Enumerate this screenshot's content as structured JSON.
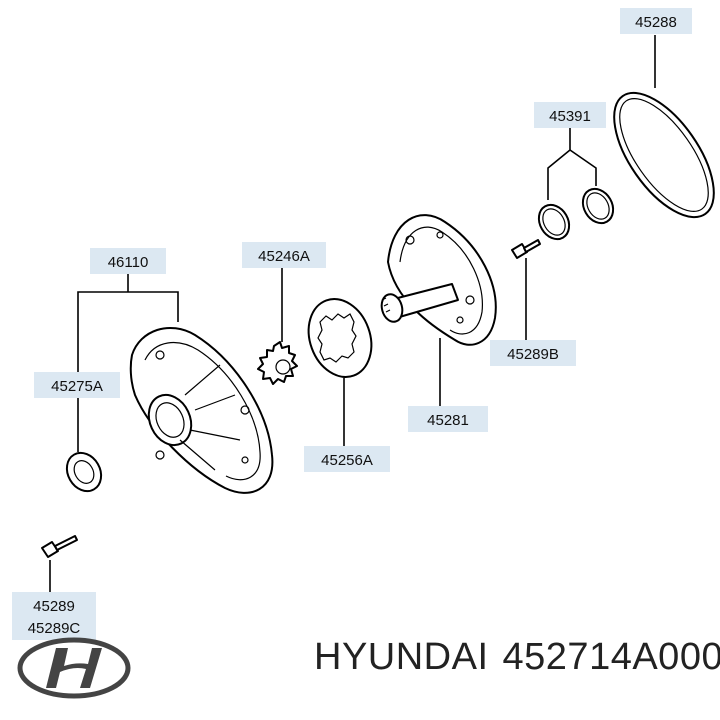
{
  "labels": {
    "p45288": "45288",
    "p45391": "45391",
    "p46110": "46110",
    "p45246A": "45246A",
    "p45275A": "45275A",
    "p45289B": "45289B",
    "p45281": "45281",
    "p45256A": "45256A",
    "p45289": "45289",
    "p45289C": "45289C"
  },
  "footer": {
    "brand": "HYUNDAI",
    "part_number": "452714A000"
  },
  "colors": {
    "label_fill": "#dce8f2",
    "line": "#000000"
  },
  "icons": {
    "logo": "hyundai-logo-icon"
  }
}
